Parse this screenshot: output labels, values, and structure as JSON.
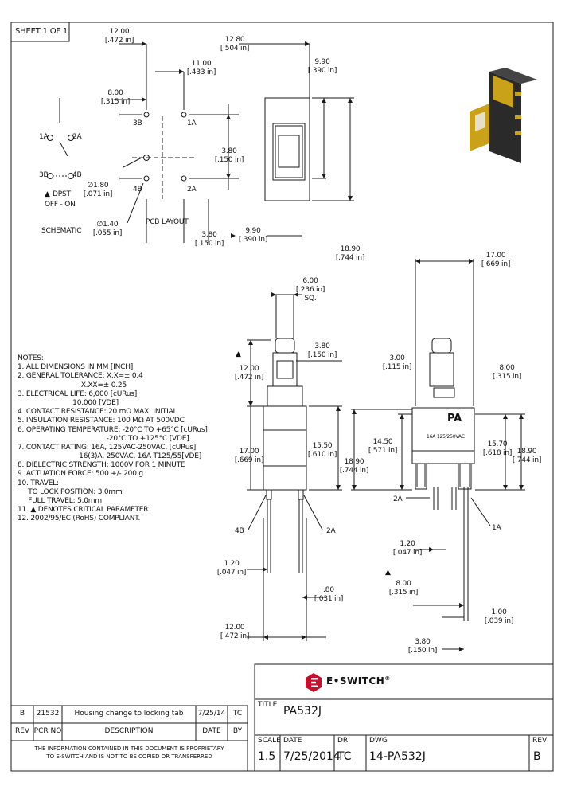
{
  "sheet": "SHEET 1 OF 1",
  "schematic": {
    "pins_left": [
      "1A",
      "2A",
      "3B",
      "4B"
    ],
    "symbol": "▲",
    "caption1": "DPST",
    "caption2": "OFF - ON",
    "caption3": "SCHEMATIC"
  },
  "pcb": {
    "pins": [
      "3B",
      "1A",
      "4B",
      "2A"
    ],
    "caption": "PCB LAYOUT",
    "dims": [
      {
        "mm": "12.00",
        "inch": "[.472 in]"
      },
      {
        "mm": "11.00",
        "inch": "[.433 in]"
      },
      {
        "mm": "8.00",
        "inch": "[.315 in]"
      },
      {
        "mm": "3.80",
        "inch": "[.150 in]"
      },
      {
        "mm": "∅1.80",
        "inch": "[.071 in]"
      },
      {
        "mm": "∅1.40",
        "inch": "[.055 in]"
      },
      {
        "mm": "3.80",
        "inch": "[.150 in]"
      }
    ]
  },
  "top_view": {
    "dims": [
      {
        "mm": "12.80",
        "inch": "[.504 in]"
      },
      {
        "mm": "9.90",
        "inch": "[.390 in]"
      },
      {
        "mm": "18.90",
        "inch": "[.744 in]"
      },
      {
        "mm": "9.90",
        "inch": "[.390 in]"
      }
    ]
  },
  "side_view": {
    "dims": [
      {
        "mm": "6.00",
        "inch": "[.236 in]",
        "extra": "SQ."
      },
      {
        "mm": "3.80",
        "inch": "[.150 in]"
      },
      {
        "mm": "12.00",
        "inch": "[.472 in]"
      },
      {
        "mm": "17.00",
        "inch": "[.669 in]"
      },
      {
        "mm": "15.50",
        "inch": "[.610 in]"
      },
      {
        "mm": "1.20",
        "inch": "[.047 in]"
      },
      {
        "mm": ".80",
        "inch": "[.031 in]"
      },
      {
        "mm": "12.00",
        "inch": "[.472 in]"
      }
    ],
    "pin_labels": [
      "4B",
      "2A"
    ],
    "symbol": "▲"
  },
  "front_view": {
    "body_mark": "PA",
    "rating_mark": "16A 125/250VAC",
    "dims": [
      {
        "mm": "17.00",
        "inch": "[.669 in]"
      },
      {
        "mm": "3.00",
        "inch": "[.115 in]"
      },
      {
        "mm": "8.00",
        "inch": "[.315 in]"
      },
      {
        "mm": "14.50",
        "inch": "[.571 in]"
      },
      {
        "mm": "15.70",
        "inch": "[.618 in]"
      },
      {
        "mm": "18.90",
        "inch": "[.744 in]"
      },
      {
        "mm": "18.90",
        "inch": "[.744 in]"
      },
      {
        "mm": "1.20",
        "inch": "[.047 in]"
      },
      {
        "mm": "8.00",
        "inch": "[.315 in]"
      },
      {
        "mm": "1.00",
        "inch": "[.039 in]"
      },
      {
        "mm": "3.80",
        "inch": "[.150 in]"
      }
    ],
    "pin_labels": [
      "2A",
      "1A"
    ],
    "symbol": "▲"
  },
  "notes": [
    "NOTES:",
    "1. ALL DIMENSIONS IN MM [INCH]",
    "2. GENERAL TOLERANCE: X.X=± 0.4",
    "                              X.XX=± 0.25",
    "3. ELECTRICAL LIFE: 6,000 [cURus]",
    "                          10,000 [VDE]",
    "4. CONTACT RESISTANCE: 20 mΩ MAX. INITIAL",
    "5. INSULATION RESISTANCE: 100 MΩ AT 500VDC",
    "6. OPERATING TEMPERATURE: -20°C TO +65°C [cURus]",
    "                                          -20°C TO +125°C [VDE]",
    "7. CONTACT RATING: 16A, 125VAC-250VAC, [cURus]",
    "                             16(3)A, 250VAC, 16A T125/55[VDE]",
    "8. DIELECTRIC STRENGTH: 1000V FOR 1 MINUTE",
    "9. ACTUATION FORCE: 500 +/- 200 g",
    "10. TRAVEL:",
    "     TO LOCK POSITION: 3.0mm",
    "     FULL TRAVEL: 5.0mm",
    "11. ▲ DENOTES CRITICAL PARAMETER",
    "12. 2002/95/EC (RoHS) COMPLIANT."
  ],
  "logo": {
    "brand": "E•SWITCH",
    "mark": "®"
  },
  "title_block": {
    "title_label": "TITLE",
    "title": "PA532J",
    "scale_label": "SCALE",
    "scale": "1.5",
    "date_label": "DATE",
    "date": "7/25/2014",
    "dr_label": "DR",
    "dr": "TC",
    "dwg_label": "DWG",
    "dwg": "14-PA532J",
    "rev_label": "REV",
    "rev": "B"
  },
  "revision_table": {
    "headers": [
      "REV",
      "PCR NO",
      "DESCRIPTION",
      "DATE",
      "BY"
    ],
    "rows": [
      [
        "B",
        "21532",
        "Housing change to locking tab",
        "7/25/14",
        "TC"
      ]
    ]
  },
  "proprietary": [
    "THE INFORMATION CONTAINED IN THIS DOCUMENT IS PROPRIETARY",
    "TO E-SWITCH AND IS NOT TO BE COPIED OR TRANSFERRED"
  ],
  "colors": {
    "line": "#1a1a1a",
    "logo_red": "#c8102e",
    "housing_yellow": "#c9a21a",
    "housing_dark": "#2a2a2a"
  }
}
